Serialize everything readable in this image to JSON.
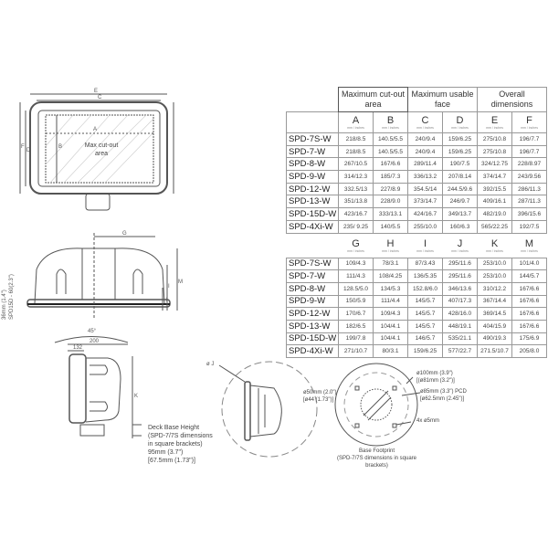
{
  "table1": {
    "groups": [
      "Maximum cut-out area",
      "Maximum usable face",
      "Overall dimensions"
    ],
    "columns": [
      "A",
      "B",
      "C",
      "D",
      "E",
      "F"
    ],
    "unit": "mm / inches",
    "rows": [
      {
        "model": "SPD-7S-W",
        "values": [
          "218/8.5",
          "140.5/5.5",
          "240/9.4",
          "159/6.25",
          "275/10.8",
          "196/7.7"
        ]
      },
      {
        "model": "SPD-7-W",
        "values": [
          "218/8.5",
          "140.5/5.5",
          "240/9.4",
          "159/6.25",
          "275/10.8",
          "196/7.7"
        ]
      },
      {
        "model": "SPD-8-W",
        "values": [
          "267/10.5",
          "167/6.6",
          "289/11.4",
          "190/7.5",
          "324/12.75",
          "228/8.97"
        ]
      },
      {
        "model": "SPD-9-W",
        "values": [
          "314/12.3",
          "185/7.3",
          "336/13.2",
          "207/8.14",
          "374/14.7",
          "243/9.56"
        ]
      },
      {
        "model": "SPD-12-W",
        "values": [
          "332.5/13",
          "227/8.9",
          "354.5/14",
          "244.5/9.6",
          "392/15.5",
          "286/11.3"
        ]
      },
      {
        "model": "SPD-13-W",
        "values": [
          "351/13.8",
          "228/9.0",
          "373/14.7",
          "246/9.7",
          "409/16.1",
          "287/11.3"
        ]
      },
      {
        "model": "SPD-15D-W",
        "values": [
          "423/16.7",
          "333/13.1",
          "424/16.7",
          "349/13.7",
          "482/19.0",
          "396/15.6"
        ]
      },
      {
        "model": "SPD-4Xi-W",
        "values": [
          "235/ 9.25",
          "140/5.5",
          "255/10.0",
          "160/6.3",
          "565/22.25",
          "192/7.5"
        ]
      }
    ]
  },
  "table2": {
    "columns": [
      "G",
      "H",
      "I",
      "J",
      "K",
      "M"
    ],
    "unit": "mm / inches",
    "rows": [
      {
        "model": "SPD-7S-W",
        "values": [
          "109/4.3",
          "78/3.1",
          "87/3.43",
          "295/11.6",
          "253/10.0",
          "101/4.0"
        ]
      },
      {
        "model": "SPD-7-W",
        "values": [
          "111/4.3",
          "108/4.25",
          "136/5.35",
          "295/11.6",
          "253/10.0",
          "144/5.7"
        ]
      },
      {
        "model": "SPD-8-W",
        "values": [
          "128.5/5.0",
          "134/5.3",
          "152.8/6.0",
          "346/13.6",
          "310/12.2",
          "167/6.6"
        ]
      },
      {
        "model": "SPD-9-W",
        "values": [
          "150/5.9",
          "111/4.4",
          "145/5.7",
          "407/17.3",
          "367/14.4",
          "167/6.6"
        ]
      },
      {
        "model": "SPD-12-W",
        "values": [
          "170/6.7",
          "109/4.3",
          "145/5.7",
          "428/16.0",
          "369/14.5",
          "167/6.6"
        ]
      },
      {
        "model": "SPD-13-W",
        "values": [
          "182/6.5",
          "104/4.1",
          "145/5.7",
          "448/19.1",
          "404/15.9",
          "167/6.6"
        ]
      },
      {
        "model": "SPD-15D-W",
        "values": [
          "199/7.8",
          "104/4.1",
          "146/5.7",
          "535/21.1",
          "490/19.3",
          "175/6.9"
        ]
      },
      {
        "model": "SPD-4Xi-W",
        "values": [
          "271/10.7",
          "80/3.1",
          "159/6.25",
          "577/22.7",
          "271.5/10.7",
          "205/8.0"
        ]
      }
    ]
  },
  "drawing": {
    "front": {
      "cutout_label": "Max cut-out area",
      "dims": [
        "A",
        "B",
        "C",
        "D",
        "E",
        "F"
      ]
    },
    "side": {
      "dims": [
        "G",
        "H",
        "I",
        "M"
      ],
      "height_note_1": "36mm (1.4\")",
      "height_note_2": "SPD15D - 60(2.3\")"
    },
    "profile": {
      "angle": "45°",
      "w200": "200",
      "w132": "132",
      "dim_k": "K",
      "deck_note": [
        "Deck Base Height",
        "(SPD-7/7S dimensions",
        "in square brackets)",
        "95mm (3.7\")",
        "[67.5mm (1.73\")]"
      ]
    },
    "rotation": {
      "dim_j": "ø J"
    },
    "footprint": {
      "d50": [
        "ø50mm (2.0\")",
        "[ø44 (1.73\")]"
      ],
      "d100": [
        "ø100mm (3.9\")",
        "[(ø81mm (3.2\")]"
      ],
      "d85": [
        "ø85mm (3.3\") PCD",
        "[ø62.5mm (2.45\")]"
      ],
      "holes": "4x ø5mm",
      "caption": [
        "Base Footprint",
        "(SPD-7/7S dimensions in square",
        "brackets)"
      ]
    }
  }
}
